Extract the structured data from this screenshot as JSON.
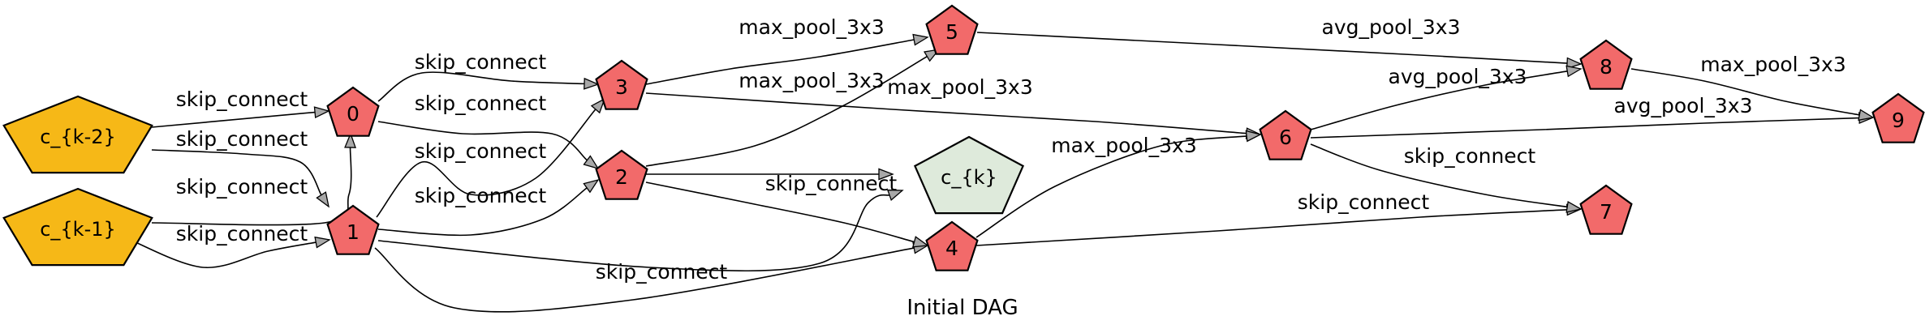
{
  "caption": "Initial DAG",
  "colors": {
    "input": "#f6b817",
    "intermediate": "#f26a6a",
    "output": "#deeadb",
    "arrowhead": "#a8a8a8",
    "stroke": "#000000"
  },
  "nodes": [
    {
      "id": "c_{k-2}",
      "label": "c_{k-2}",
      "kind": "input"
    },
    {
      "id": "c_{k-1}",
      "label": "c_{k-1}",
      "kind": "input"
    },
    {
      "id": "0",
      "label": "0",
      "kind": "intermediate"
    },
    {
      "id": "1",
      "label": "1",
      "kind": "intermediate"
    },
    {
      "id": "2",
      "label": "2",
      "kind": "intermediate"
    },
    {
      "id": "3",
      "label": "3",
      "kind": "intermediate"
    },
    {
      "id": "4",
      "label": "4",
      "kind": "intermediate"
    },
    {
      "id": "5",
      "label": "5",
      "kind": "intermediate"
    },
    {
      "id": "6",
      "label": "6",
      "kind": "intermediate"
    },
    {
      "id": "7",
      "label": "7",
      "kind": "intermediate"
    },
    {
      "id": "8",
      "label": "8",
      "kind": "intermediate"
    },
    {
      "id": "9",
      "label": "9",
      "kind": "intermediate"
    },
    {
      "id": "c_{k}",
      "label": "c_{k}",
      "kind": "output"
    }
  ],
  "edges": [
    {
      "from": "c_{k-2}",
      "to": "0",
      "label": "skip_connect"
    },
    {
      "from": "c_{k-2}",
      "to": "1",
      "label": "skip_connect"
    },
    {
      "from": "c_{k-1}",
      "to": "0",
      "label": "skip_connect"
    },
    {
      "from": "c_{k-1}",
      "to": "1",
      "label": "skip_connect"
    },
    {
      "from": "0",
      "to": "3",
      "label": "skip_connect"
    },
    {
      "from": "0",
      "to": "2",
      "label": "skip_connect"
    },
    {
      "from": "1",
      "to": "3",
      "label": "skip_connect"
    },
    {
      "from": "1",
      "to": "2",
      "label": "skip_connect"
    },
    {
      "from": "1",
      "to": "c_{k}",
      "label": ""
    },
    {
      "from": "1",
      "to": "4",
      "label": "skip_connect"
    },
    {
      "from": "3",
      "to": "5",
      "label": "max_pool_3x3"
    },
    {
      "from": "3",
      "to": "6",
      "label": "max_pool_3x3"
    },
    {
      "from": "2",
      "to": "5",
      "label": "max_pool_3x3"
    },
    {
      "from": "2",
      "to": "c_{k}",
      "label": ""
    },
    {
      "from": "2",
      "to": "4",
      "label": "skip_connect"
    },
    {
      "from": "4",
      "to": "6",
      "label": "max_pool_3x3"
    },
    {
      "from": "4",
      "to": "7",
      "label": "skip_connect"
    },
    {
      "from": "5",
      "to": "8",
      "label": "avg_pool_3x3"
    },
    {
      "from": "6",
      "to": "8",
      "label": "avg_pool_3x3"
    },
    {
      "from": "6",
      "to": "9",
      "label": "avg_pool_3x3"
    },
    {
      "from": "6",
      "to": "7",
      "label": "skip_connect"
    },
    {
      "from": "8",
      "to": "9",
      "label": "max_pool_3x3"
    }
  ]
}
